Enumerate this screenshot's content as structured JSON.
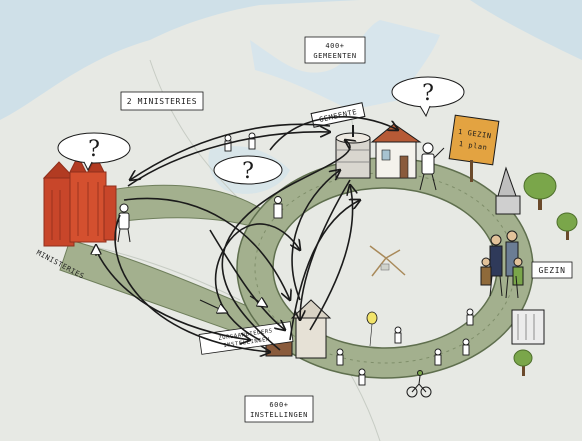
{
  "labels": {
    "ministeries_count": "2 MINISTERIES",
    "gemeenten_count_line1": "400+",
    "gemeenten_count_line2": "GEMEENTEN",
    "gemeente_sign": "GEMEENTE",
    "ministeries": "MINISTERIES",
    "gezin": "GEZIN",
    "plan_line1": "1 GEZIN",
    "plan_line2": "1 plan",
    "instellingen_line1": "600+",
    "instellingen_line2": "INSTELLINGEN",
    "zorg_line1": "ZORGAANBIEDERS",
    "zorg_line2": "INSTELLINGEN",
    "question_mark": "?"
  },
  "colors": {
    "sea": "#c9dce6",
    "land": "#e6e8e3",
    "road": "#9fae88",
    "road_dark": "#6f7f5c",
    "brick": "#c8462a",
    "brick_dark": "#8f2f1c",
    "ink": "#1b1b1b",
    "tree": "#7aa64a"
  }
}
